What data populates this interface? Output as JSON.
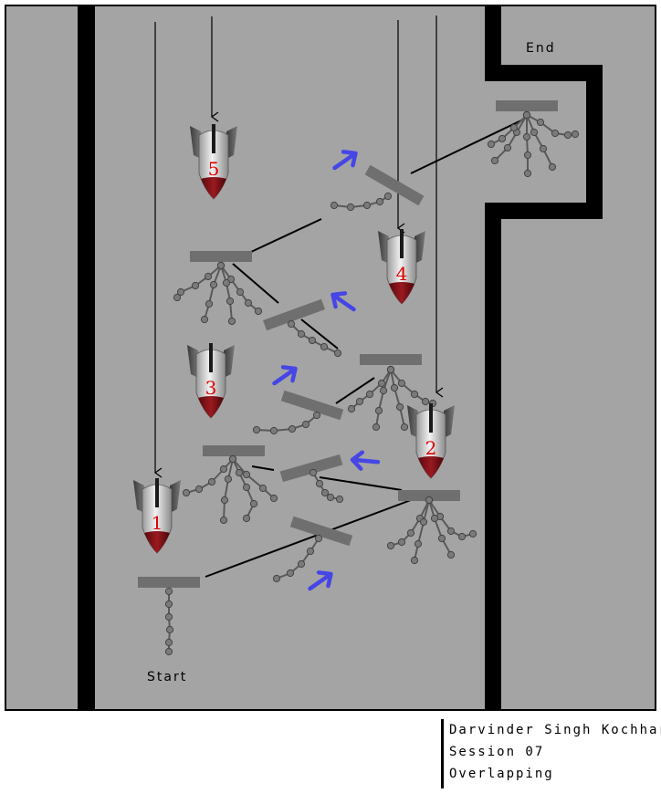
{
  "labels": {
    "start": "Start",
    "end": "End"
  },
  "bombs": [
    {
      "number": "1"
    },
    {
      "number": "2"
    },
    {
      "number": "3"
    },
    {
      "number": "4"
    },
    {
      "number": "5"
    }
  ],
  "credits": {
    "author": "Darvinder Singh Kochhar",
    "session": "Session 07",
    "topic": "Overlapping"
  },
  "colors": {
    "background": "#a4a4a4",
    "wall": "#000000",
    "platform": "#6f6f6f",
    "arrow": "#4646e6",
    "bomb_body": "#e0e0e0",
    "bomb_tip": "#7a0c12",
    "bomb_number": "#e00000"
  }
}
